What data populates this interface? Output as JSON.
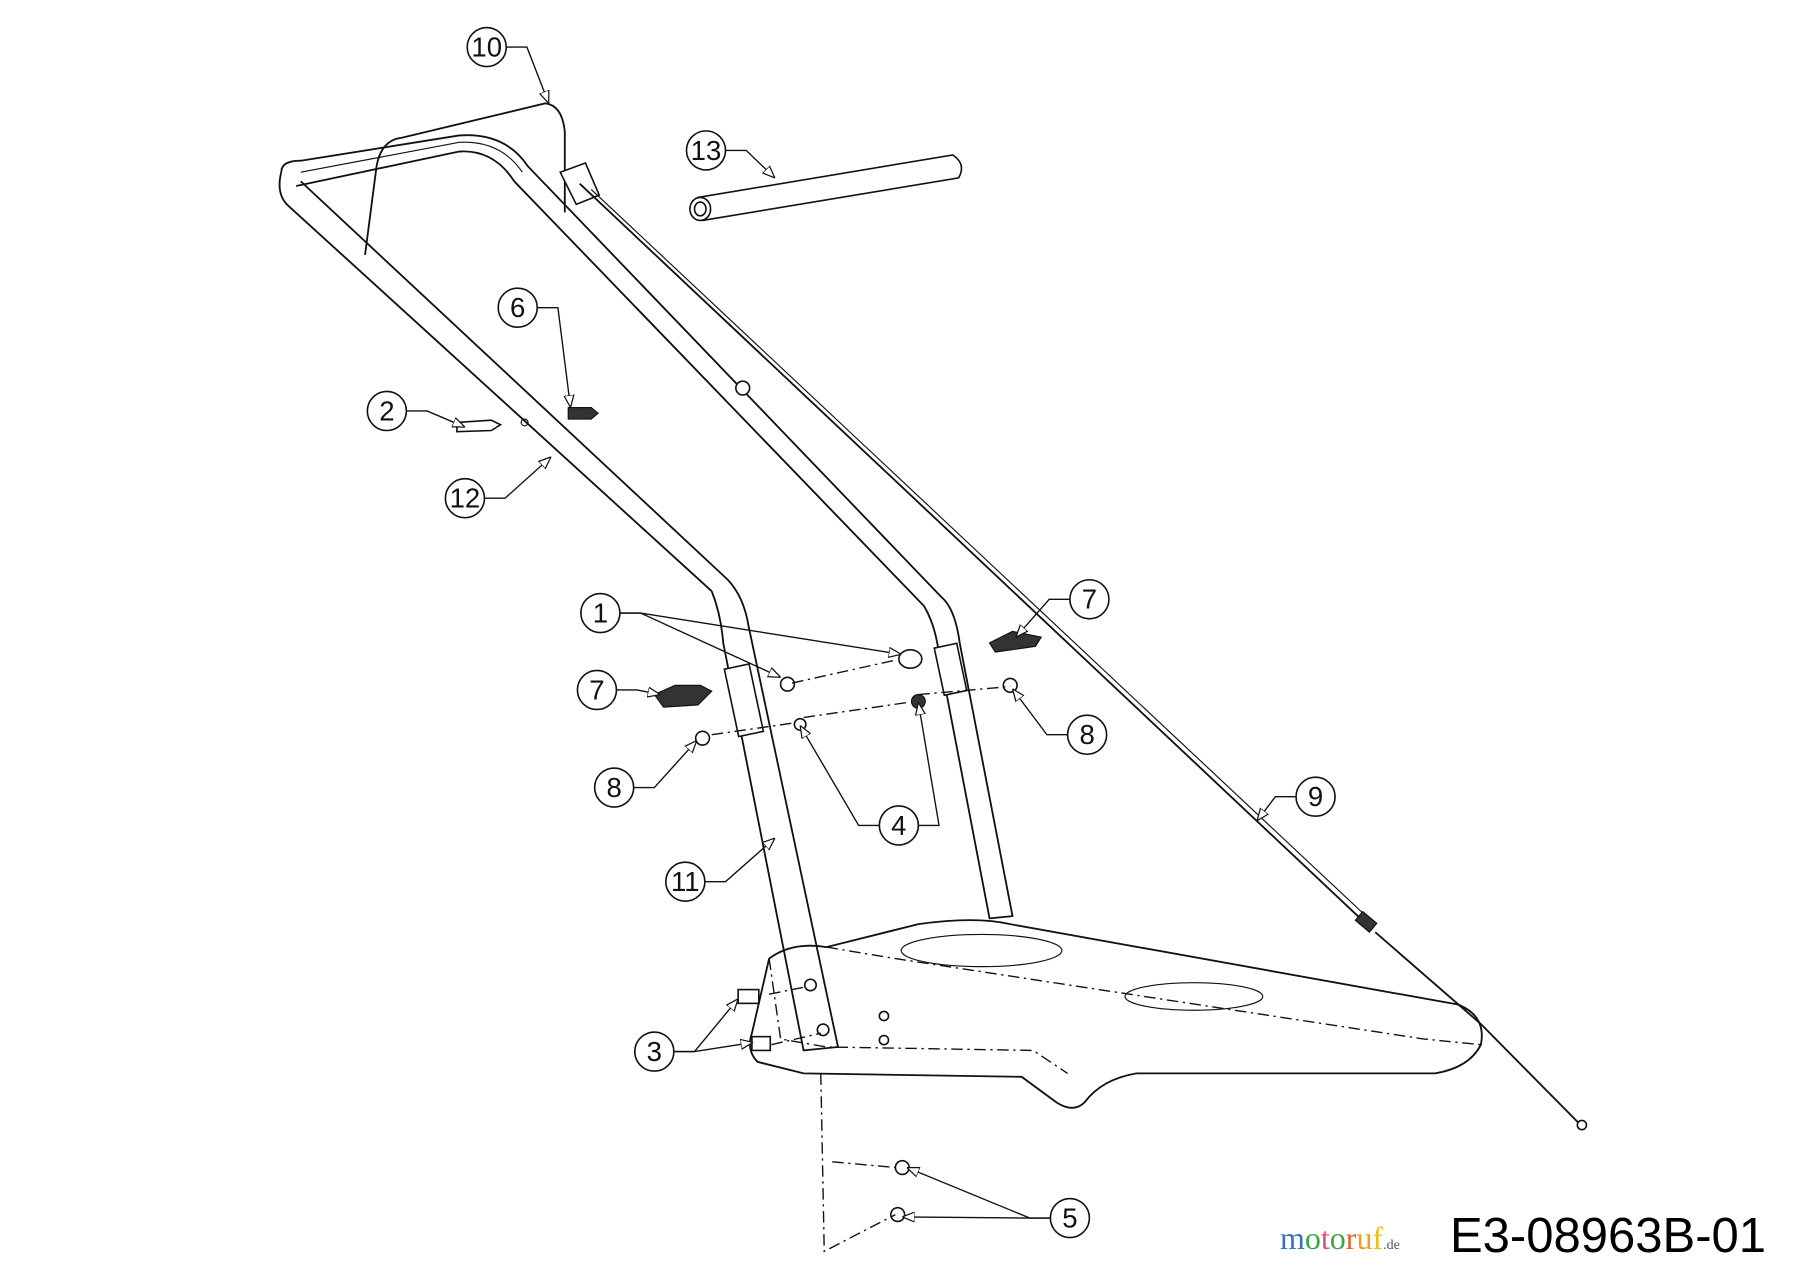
{
  "diagram": {
    "drawing_number": "E3-08963B-01",
    "watermark": {
      "text": "motoruf",
      "suffix": ".de",
      "colors": [
        "#3a6fc4",
        "#3aa84a",
        "#e0507a",
        "#3aa84a",
        "#e8632a",
        "#f0a020",
        "#e8c020"
      ]
    },
    "callouts": [
      {
        "label": "1"
      },
      {
        "label": "2"
      },
      {
        "label": "3"
      },
      {
        "label": "4"
      },
      {
        "label": "5"
      },
      {
        "label": "6"
      },
      {
        "label": "7"
      },
      {
        "label": "7"
      },
      {
        "label": "8"
      },
      {
        "label": "8"
      },
      {
        "label": "9"
      },
      {
        "label": "10"
      },
      {
        "label": "11"
      },
      {
        "label": "12"
      },
      {
        "label": "13"
      }
    ]
  }
}
